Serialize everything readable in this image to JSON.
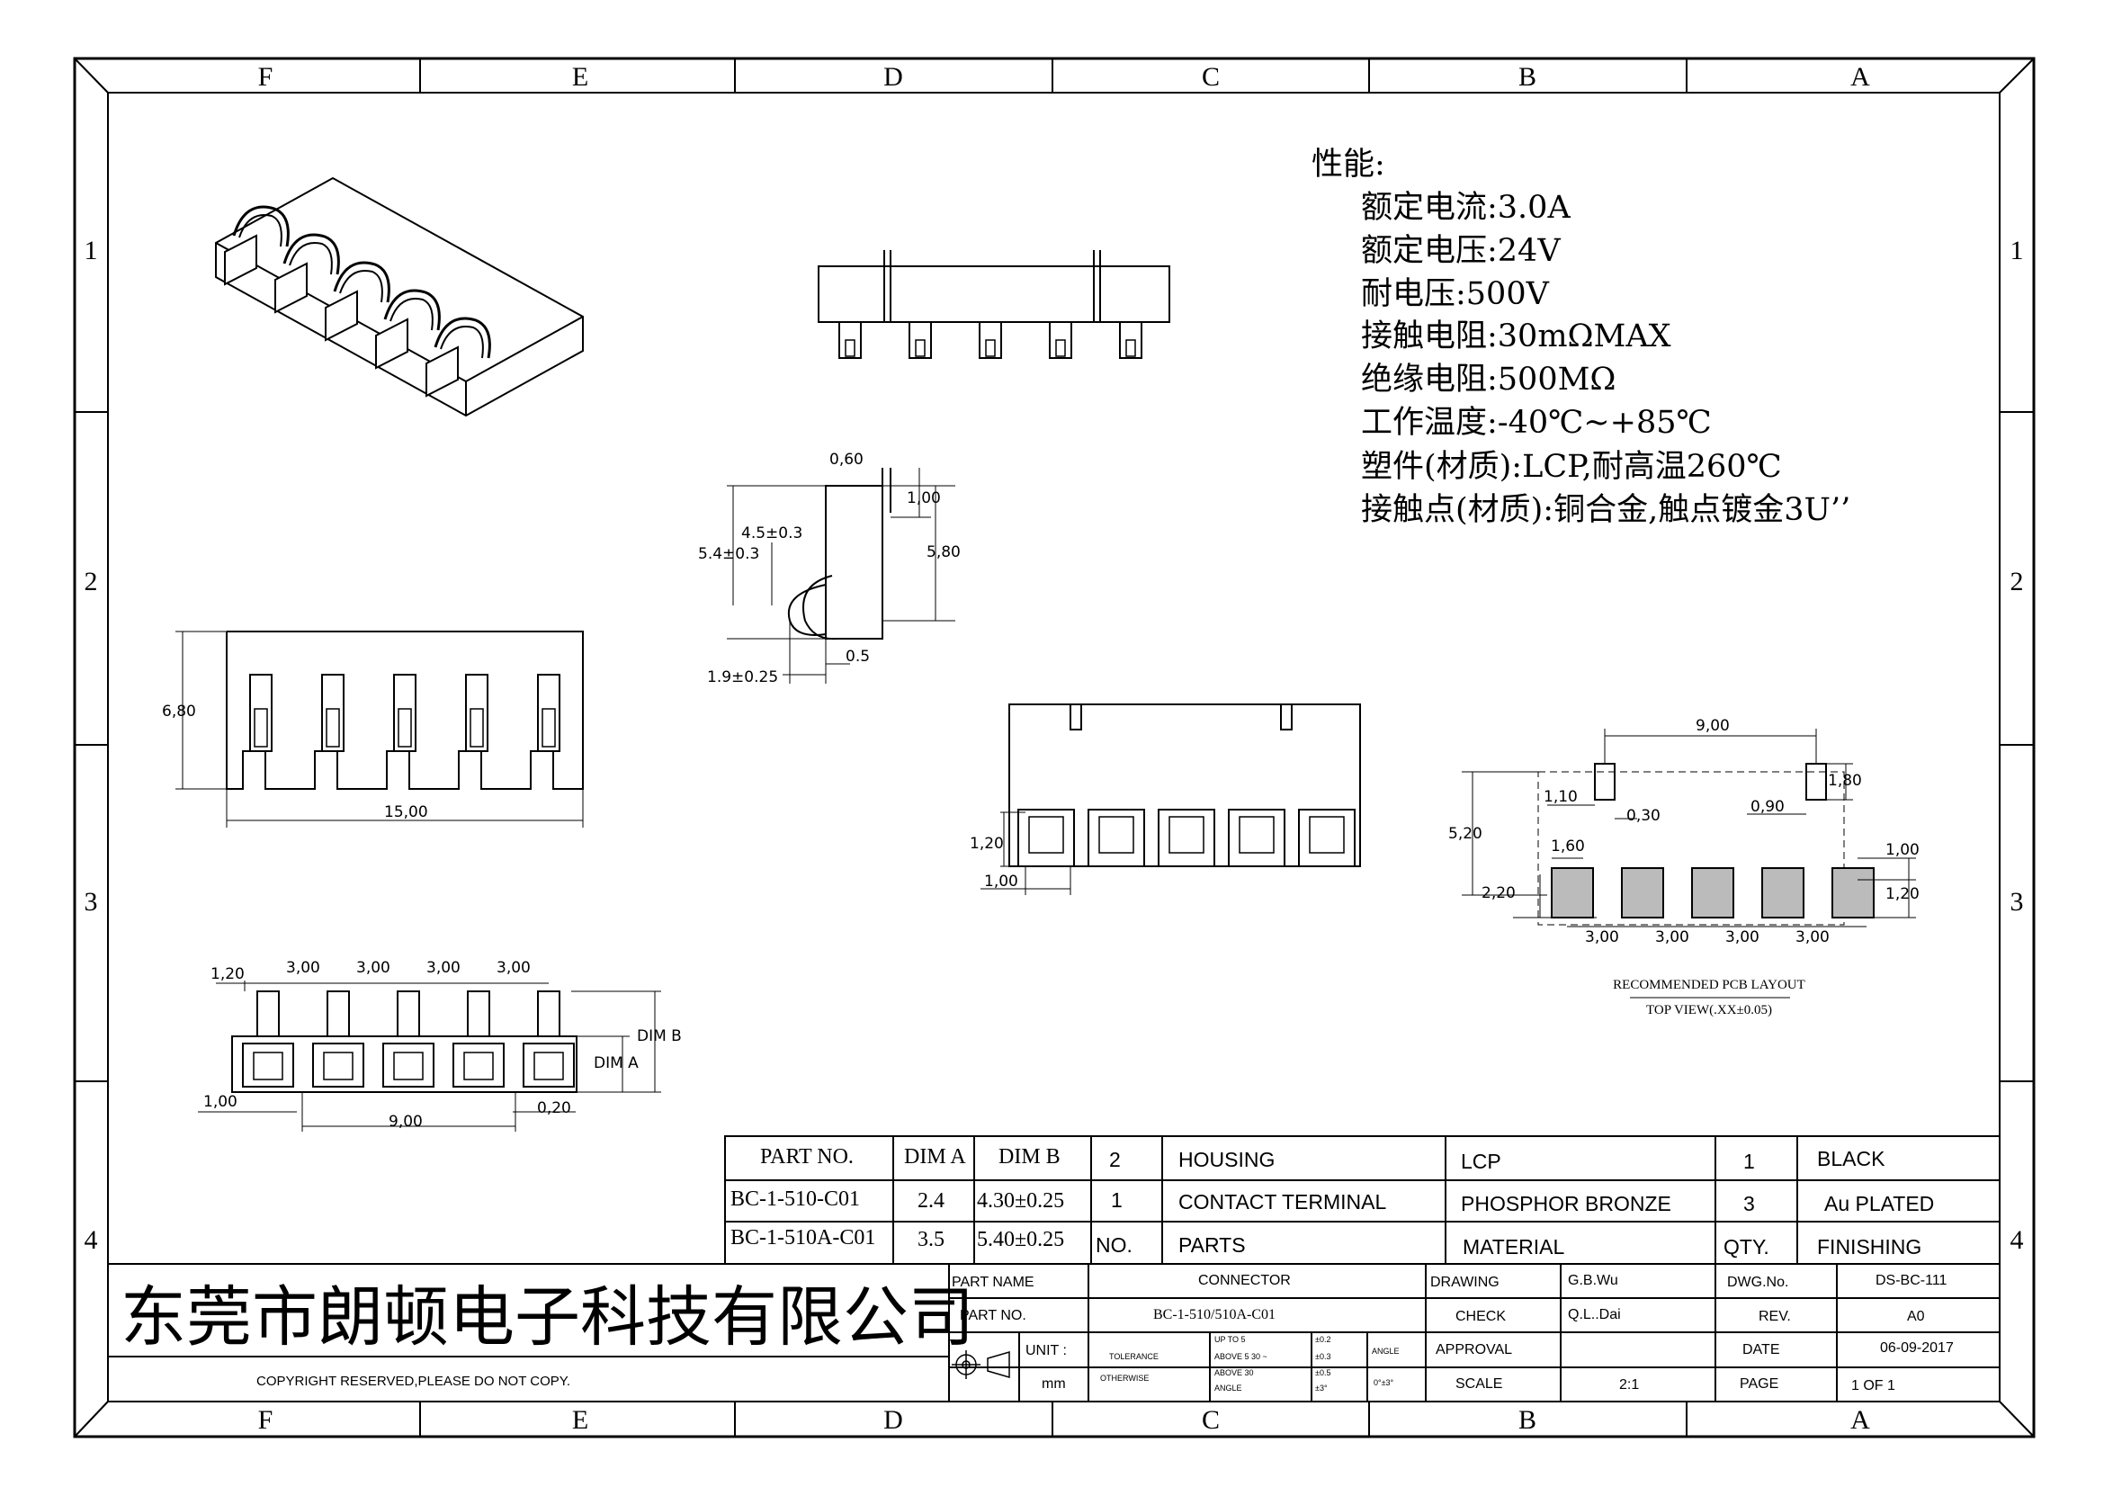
{
  "frame": {
    "columns": [
      "F",
      "E",
      "D",
      "C",
      "B",
      "A"
    ],
    "rows": [
      "1",
      "2",
      "3",
      "4"
    ]
  },
  "specs": {
    "heading": "性能:",
    "lines": [
      "额定电流:3.0A",
      "额定电压:24V",
      "耐电压:500V",
      "接触电阻:30mΩMAX",
      "绝缘电阻:500MΩ",
      "工作温度:-40℃~+85℃",
      "塑件(材质):LCP,耐高温260℃",
      "接触点(材质):铜合金,触点镀金3U’’"
    ]
  },
  "dimensions": {
    "front": {
      "height": "6,80",
      "width": "15,00"
    },
    "side": {
      "top": "0,60",
      "a": "1,00",
      "b": "4.5±0.3",
      "c": "5.4±0.3",
      "d": "5,80",
      "e": "0.5",
      "f": "1.9±0.25"
    },
    "rear": {
      "a": "1,20",
      "b": "1,00"
    },
    "bottom": {
      "pitch": [
        "1,20",
        "3,00",
        "3,00",
        "3,00",
        "3,00"
      ],
      "left": "1,00",
      "span": "9,00",
      "right": "0,20",
      "dim_a": "DIM A",
      "dim_b": "DIM B"
    },
    "pcb": {
      "span": "9,00",
      "a": "1,10",
      "b": "1,80",
      "c": "0,30",
      "d": "0,90",
      "e": "5,20",
      "f": "1,60",
      "g": "1,00",
      "h": "2,20",
      "i": "1,20",
      "pitch": [
        "3,00",
        "3,00",
        "3,00",
        "3,00"
      ]
    }
  },
  "pcb_caption": {
    "title": "RECOMMENDED PCB LAYOUT",
    "subtitle": "TOP VIEW(.XX±0.05)"
  },
  "part_table": {
    "headers": [
      "PART NO.",
      "DIM A",
      "DIM B"
    ],
    "rows": [
      [
        "BC-1-510-C01",
        "2.4",
        "4.30±0.25"
      ],
      [
        "BC-1-510A-C01",
        "3.5",
        "5.40±0.25"
      ]
    ]
  },
  "bom": {
    "rows": [
      {
        "no": "2",
        "part": "HOUSING",
        "material": "LCP",
        "qty": "1",
        "finish": "BLACK"
      },
      {
        "no": "1",
        "part": "CONTACT TERMINAL",
        "material": "PHOSPHOR BRONZE",
        "qty": "3",
        "finish": "Au PLATED"
      }
    ],
    "header": {
      "no": "NO.",
      "part": "PARTS",
      "material": "MATERIAL",
      "qty": "QTY.",
      "finish": "FINISHING"
    }
  },
  "title_block": {
    "company": "东莞市朗顿电子科技有限公司",
    "copyright": "COPYRIGHT RESERVED,PLEASE DO NOT COPY.",
    "part_name_label": "PART NAME",
    "part_name": "CONNECTOR",
    "part_no_label": "PART NO.",
    "part_no": "BC-1-510/510A-C01",
    "unit_label": "UNIT :",
    "unit": "mm",
    "tolerance": "TOLERANCE",
    "otherwise": "OTHERWISE",
    "tol_rows": [
      {
        "range": "UP TO 5",
        "val": "±0.2"
      },
      {
        "range": "ABOVE 5  30 ~",
        "val": "±0.3"
      },
      {
        "range": "ABOVE 30",
        "val": "±0.5"
      },
      {
        "range": "ANGLE",
        "val": "±3°"
      }
    ],
    "angle_label": "ANGLE",
    "angle_val": "0°±3°",
    "drawing_label": "DRAWING",
    "drawing": "G.B.Wu",
    "check_label": "CHECK",
    "check": "Q.L..Dai",
    "approval_label": "APPROVAL",
    "approval": "",
    "scale_label": "SCALE",
    "scale": "2:1",
    "dwg_label": "DWG.No.",
    "dwg": "DS-BC-111",
    "rev_label": "REV.",
    "rev": "A0",
    "date_label": "DATE",
    "date": "06-09-2017",
    "page_label": "PAGE",
    "page": "1 OF 1"
  },
  "colors": {
    "ink": "#000000",
    "paper": "#ffffff"
  }
}
